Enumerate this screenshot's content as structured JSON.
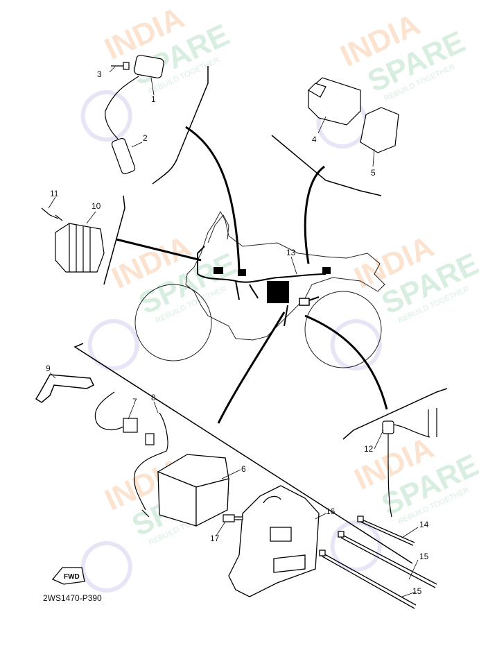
{
  "figure_code": "2WS1470-P390",
  "fwd_label": "FWD",
  "watermark": {
    "line1": "INDIA",
    "line2": "SPARE",
    "tagline": "REBUILD TOGETHER",
    "color_primary": "#f5b07a",
    "color_secondary": "#8fd0a8",
    "color_icon": "#b7b7e8"
  },
  "callouts": {
    "p1": "1",
    "p2": "2",
    "p3": "3",
    "p4": "4",
    "p5": "5",
    "p6": "6",
    "p7": "7",
    "p8": "8",
    "p9": "9",
    "p10": "10",
    "p11": "11",
    "p12": "12",
    "p13": "13",
    "p14": "14",
    "p15a": "15",
    "p15b": "15",
    "p16": "16",
    "p17": "17"
  }
}
